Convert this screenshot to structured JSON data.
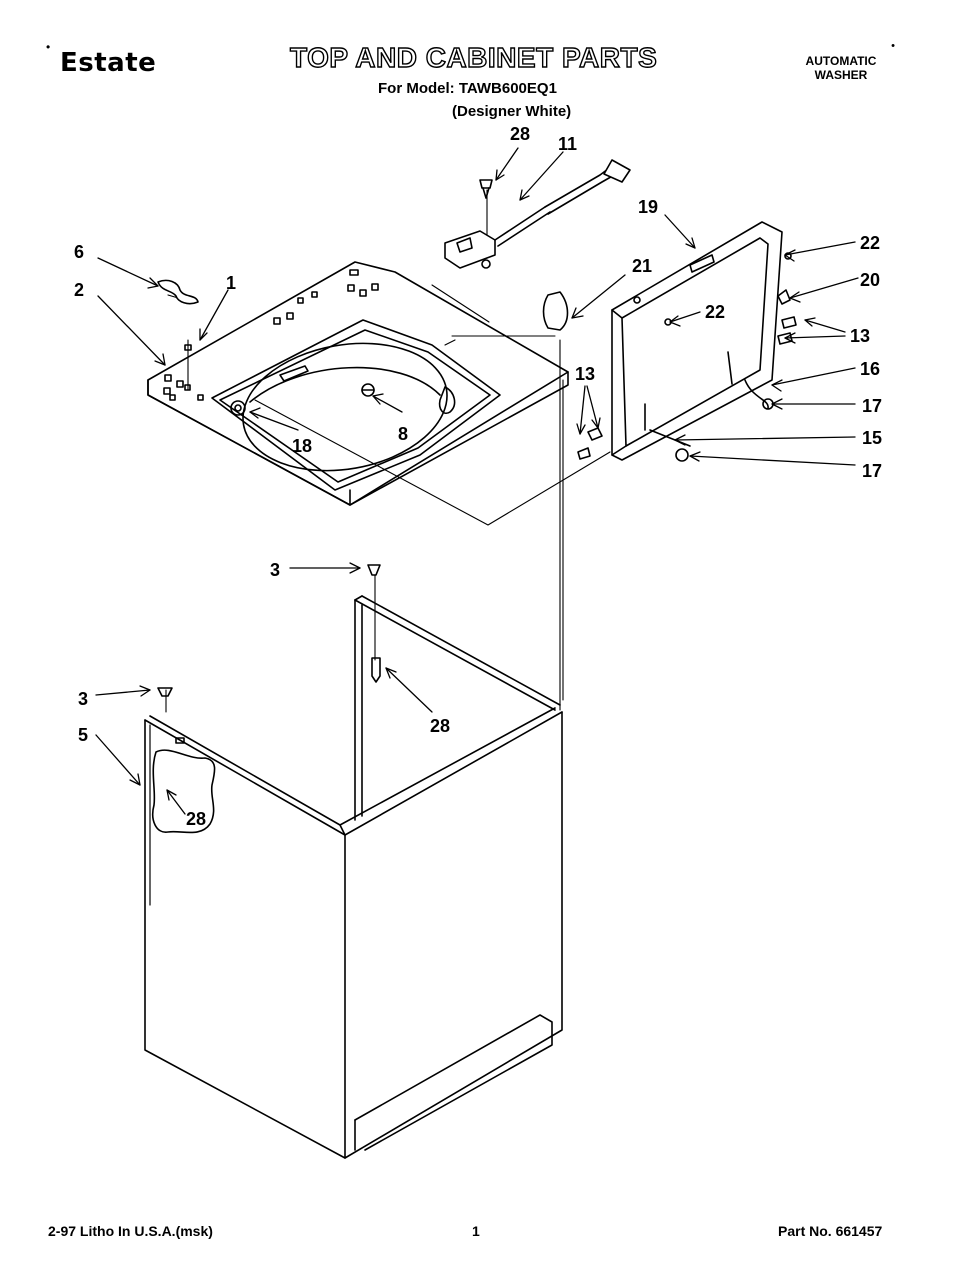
{
  "header": {
    "brand": "Estate",
    "title": "TOP AND CABINET PARTS",
    "model_line": "For Model: TAWB600EQ1",
    "color_line": "(Designer White)",
    "product_type": "AUTOMATIC WASHER"
  },
  "callouts": {
    "c1": "1",
    "c2": "2",
    "c3a": "3",
    "c3b": "3",
    "c5": "5",
    "c6": "6",
    "c8": "8",
    "c11": "11",
    "c13a": "13",
    "c13b": "13",
    "c15": "15",
    "c16": "16",
    "c17a": "17",
    "c17b": "17",
    "c18": "18",
    "c19": "19",
    "c20": "20",
    "c21": "21",
    "c22a": "22",
    "c22b": "22",
    "c28a": "28",
    "c28b": "28",
    "c28c": "28"
  },
  "footer": {
    "print_info": "2-97 Litho In U.S.A.(msk)",
    "page_number": "1",
    "part_number": "Part No. 661457"
  }
}
